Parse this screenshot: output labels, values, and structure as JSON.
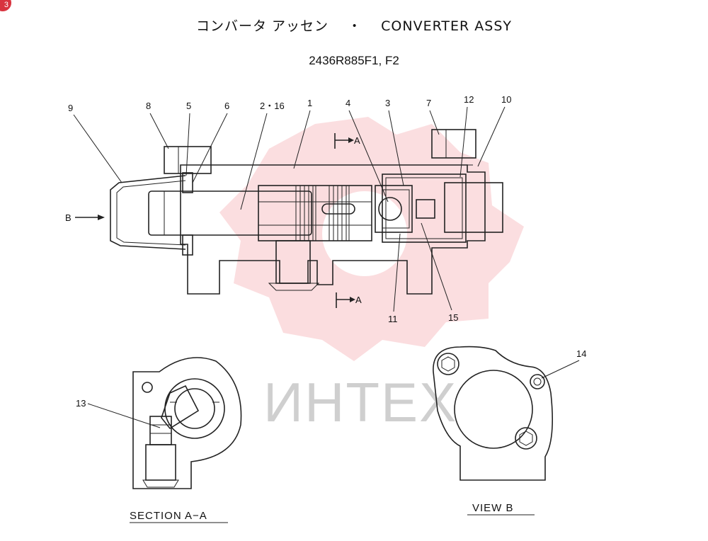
{
  "badge": "3",
  "title": {
    "jp": "コンバータ アッセン",
    "sep": "・",
    "en": "CONVERTER ASSY"
  },
  "part_number": "2436R885F1, F2",
  "callouts": {
    "c9": "9",
    "c8": "8",
    "c5": "5",
    "c6": "6",
    "c2_16": "2・16",
    "c1": "1",
    "c4": "4",
    "c3": "3",
    "c7": "7",
    "c12": "12",
    "c10": "10",
    "c11": "11",
    "c15": "15",
    "c13": "13",
    "c14": "14",
    "arrow_b": "B",
    "section_mark_top": "A",
    "section_mark_bottom": "A"
  },
  "captions": {
    "section": "SECTION A−A",
    "view": "VIEW B"
  },
  "watermark": {
    "text": "ИНТЕХ",
    "color": "#e8323c"
  }
}
